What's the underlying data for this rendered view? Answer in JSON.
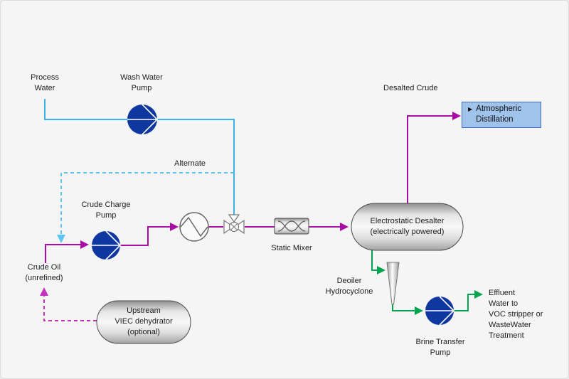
{
  "labels": {
    "process_water": "Process\nWater",
    "wash_water_pump": "Wash Water\nPump",
    "alternate": "Alternate",
    "crude_charge_pump": "Crude Charge\nPump",
    "crude_oil": "Crude Oil\n(unrefined)",
    "upstream_viec": "Upstream\nVIEC dehydrator\n(optional)",
    "static_mixer": "Static Mixer",
    "electrostatic_desalter": "Electrostatic Desalter\n(electrically powered)",
    "desalted_crude": "Desalted Crude",
    "deoiler_hydrocyclone": "Deoiler\nHydrocyclone",
    "brine_transfer_pump": "Brine Transfer\nPump",
    "effluent": "Effluent\nWater to\nVOC stripper or\nWasteWater\nTreatment"
  },
  "distillation_box": {
    "bullet": "▶",
    "label": "Atmospheric\nDistillation"
  },
  "colors": {
    "background": "#f5f5f6",
    "text": "#1d1d1b",
    "water_line": "#3ab2e8",
    "water_line_alternate": "#5ec5f2",
    "crude_line": "#a90ba5",
    "crude_line_optional": "#c133bc",
    "brine_line": "#00a44f",
    "pump_fill": "#0e379f",
    "vessel_border": "#4a4a4a",
    "distillation_box_fill": "#9fc3ea",
    "distillation_box_border": "#3a6ac5"
  }
}
